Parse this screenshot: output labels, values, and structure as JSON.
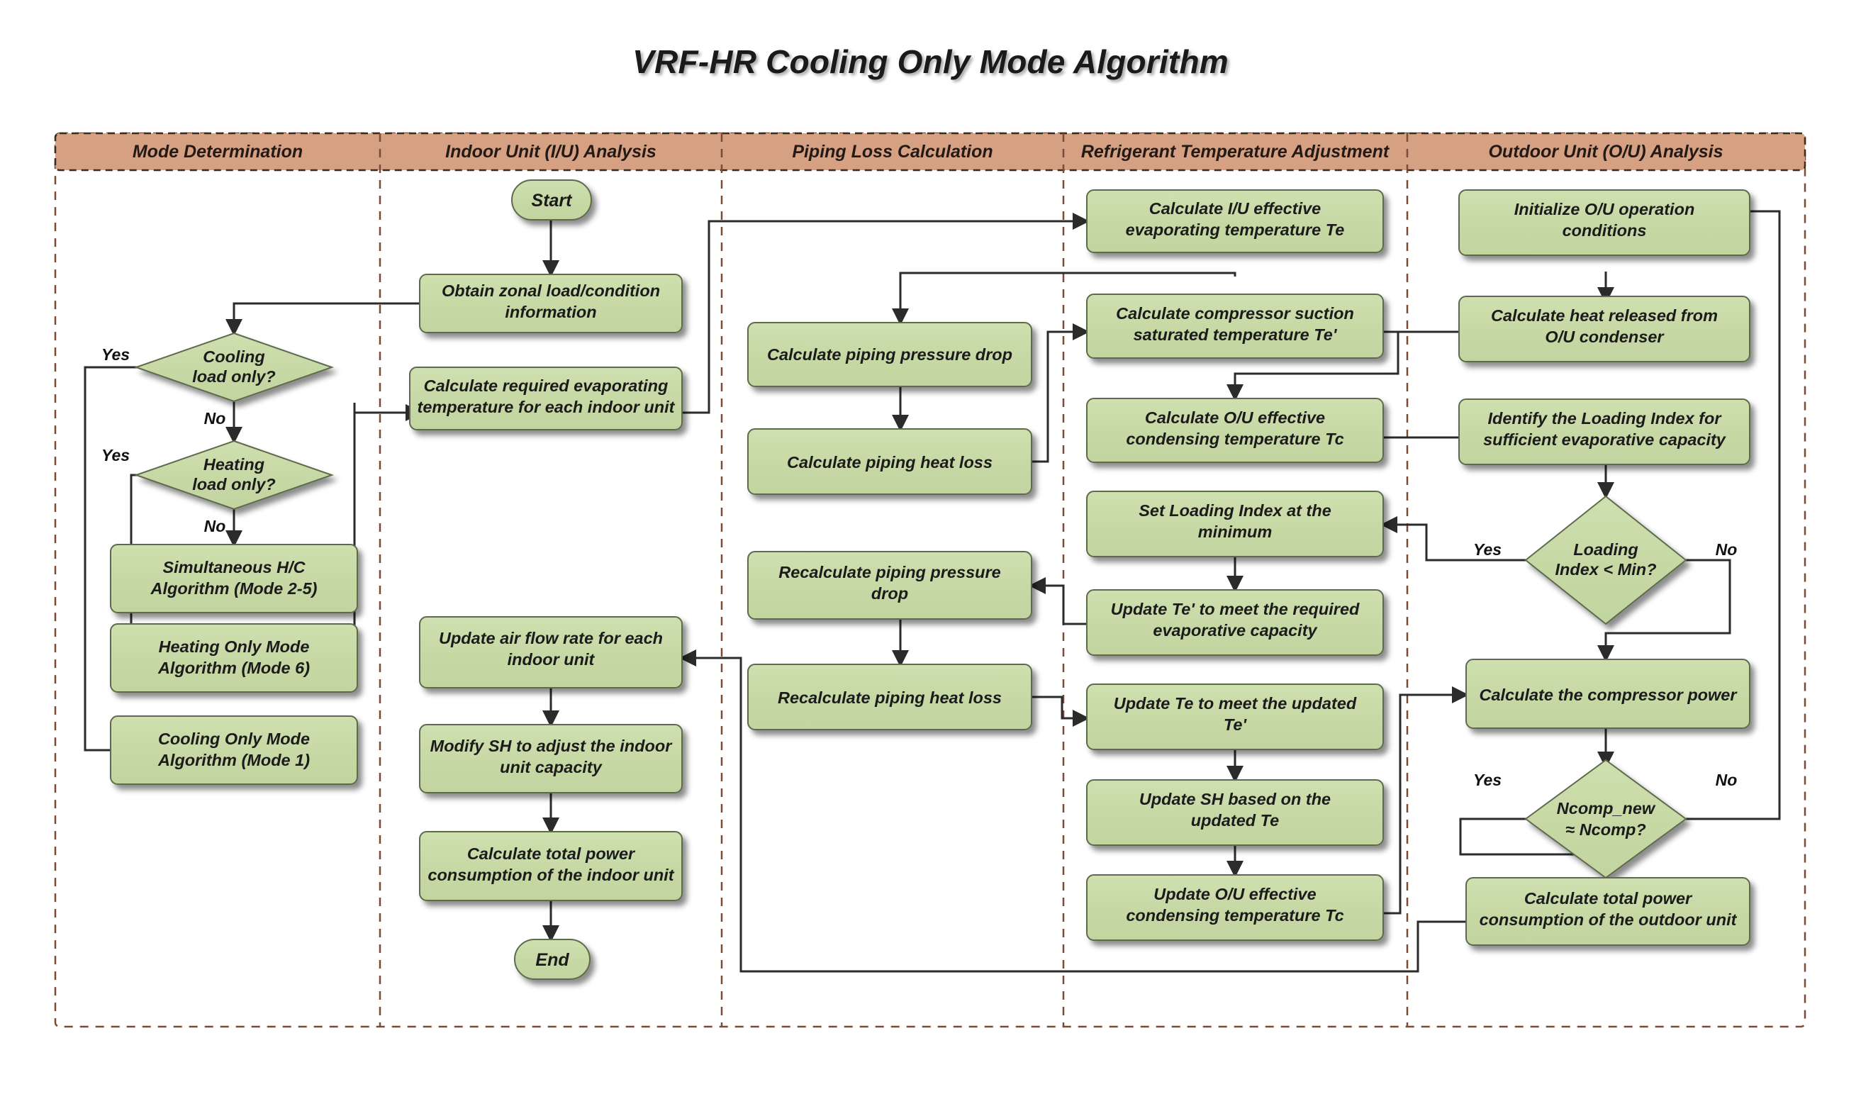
{
  "title": "VRF-HR Cooling Only Mode Algorithm",
  "colors": {
    "lane_header_bg": "#d6a082",
    "node_fill": "#c9dba8",
    "node_stroke": "#5f6b4d",
    "connector": "#2b2b2b",
    "boundary": "#7a4b38"
  },
  "lanes": [
    {
      "id": "mode",
      "label": "Mode Determination"
    },
    {
      "id": "iu",
      "label": "Indoor Unit (I/U) Analysis"
    },
    {
      "id": "piping",
      "label": "Piping Loss Calculation"
    },
    {
      "id": "refrig",
      "label": "Refrigerant Temperature Adjustment"
    },
    {
      "id": "ou",
      "label": "Outdoor Unit (O/U) Analysis"
    }
  ],
  "nodes": [
    {
      "id": "start",
      "lane": "iu",
      "type": "terminator",
      "lines": [
        "Start"
      ]
    },
    {
      "id": "end",
      "lane": "iu",
      "type": "terminator",
      "lines": [
        "End"
      ]
    },
    {
      "id": "cool_q",
      "lane": "mode",
      "type": "decision",
      "lines": [
        "Cooling",
        "load only?"
      ]
    },
    {
      "id": "heat_q",
      "lane": "mode",
      "type": "decision",
      "lines": [
        "Heating",
        "load only?"
      ]
    },
    {
      "id": "simul",
      "lane": "mode",
      "type": "process",
      "lines": [
        "Simultaneous H/C",
        "Algorithm (Mode 2-5)"
      ]
    },
    {
      "id": "heatonly",
      "lane": "mode",
      "type": "process",
      "lines": [
        "Heating Only Mode",
        "Algorithm (Mode 6)"
      ]
    },
    {
      "id": "coolonly",
      "lane": "mode",
      "type": "process",
      "lines": [
        "Cooling Only Mode",
        "Algorithm (Mode 1)"
      ]
    },
    {
      "id": "zonal",
      "lane": "iu",
      "type": "process",
      "lines": [
        "Obtain zonal load/condition",
        "information"
      ]
    },
    {
      "id": "reqevap",
      "lane": "iu",
      "type": "process",
      "lines": [
        "Calculate required evaporating",
        "temperature for each indoor unit"
      ]
    },
    {
      "id": "airflow",
      "lane": "iu",
      "type": "process",
      "lines": [
        "Update air flow rate for each",
        "indoor unit"
      ]
    },
    {
      "id": "modsh",
      "lane": "iu",
      "type": "process",
      "lines": [
        "Modify SH to adjust the indoor",
        "unit capacity"
      ]
    },
    {
      "id": "iupower",
      "lane": "iu",
      "type": "process",
      "lines": [
        "Calculate total power",
        "consumption of the indoor unit"
      ]
    },
    {
      "id": "pdrop",
      "lane": "piping",
      "type": "process",
      "lines": [
        "Calculate piping pressure drop"
      ]
    },
    {
      "id": "pheat",
      "lane": "piping",
      "type": "process",
      "lines": [
        "Calculate piping  heat loss"
      ]
    },
    {
      "id": "repdrop",
      "lane": "piping",
      "type": "process",
      "lines": [
        "Recalculate piping pressure",
        "drop"
      ]
    },
    {
      "id": "repheat",
      "lane": "piping",
      "type": "process",
      "lines": [
        "Recalculate piping heat loss"
      ]
    },
    {
      "id": "iu_te",
      "lane": "refrig",
      "type": "process",
      "lines": [
        "Calculate I/U effective",
        "evaporating temperature Te"
      ]
    },
    {
      "id": "comp_tep",
      "lane": "refrig",
      "type": "process",
      "lines": [
        "Calculate compressor suction",
        "saturated temperature Te'"
      ]
    },
    {
      "id": "ou_tc",
      "lane": "refrig",
      "type": "process",
      "lines": [
        "Calculate O/U effective",
        "condensing temperature Tc"
      ]
    },
    {
      "id": "setli",
      "lane": "refrig",
      "type": "process",
      "lines": [
        "Set Loading Index at the",
        "minimum"
      ]
    },
    {
      "id": "upd_tep",
      "lane": "refrig",
      "type": "process",
      "lines": [
        "Update Te' to meet the required",
        "evaporative capacity"
      ]
    },
    {
      "id": "upd_te",
      "lane": "refrig",
      "type": "process",
      "lines": [
        "Update Te to meet the updated",
        "Te'"
      ]
    },
    {
      "id": "upd_sh",
      "lane": "refrig",
      "type": "process",
      "lines": [
        "Update SH based on the",
        "updated Te"
      ]
    },
    {
      "id": "upd_tc",
      "lane": "refrig",
      "type": "process",
      "lines": [
        "Update O/U effective",
        "condensing temperature Tc"
      ]
    },
    {
      "id": "init_ou",
      "lane": "ou",
      "type": "process",
      "lines": [
        "Initialize O/U operation",
        "conditions"
      ]
    },
    {
      "id": "heatrel",
      "lane": "ou",
      "type": "process",
      "lines": [
        "Calculate heat released from",
        "O/U condenser"
      ]
    },
    {
      "id": "identli",
      "lane": "ou",
      "type": "process",
      "lines": [
        "Identify the Loading Index for",
        "sufficient evaporative capacity"
      ]
    },
    {
      "id": "li_q",
      "lane": "ou",
      "type": "decision",
      "lines": [
        "Loading",
        "Index < Min?"
      ]
    },
    {
      "id": "comppow",
      "lane": "ou",
      "type": "process",
      "lines": [
        "Calculate the compressor power"
      ]
    },
    {
      "id": "ncomp_q",
      "lane": "ou",
      "type": "decision",
      "lines": [
        "Ncomp_new",
        "≈  Ncomp?"
      ]
    },
    {
      "id": "oupower",
      "lane": "ou",
      "type": "process",
      "lines": [
        "Calculate total power",
        "consumption of the outdoor unit"
      ]
    }
  ],
  "edge_labels": [
    {
      "id": "cool_yes",
      "text": "Yes"
    },
    {
      "id": "cool_no",
      "text": "No"
    },
    {
      "id": "heat_yes",
      "text": "Yes"
    },
    {
      "id": "heat_no",
      "text": "No"
    },
    {
      "id": "li_yes",
      "text": "Yes"
    },
    {
      "id": "li_no",
      "text": "No"
    },
    {
      "id": "ncomp_yes",
      "text": "Yes"
    },
    {
      "id": "ncomp_no",
      "text": "No"
    }
  ]
}
